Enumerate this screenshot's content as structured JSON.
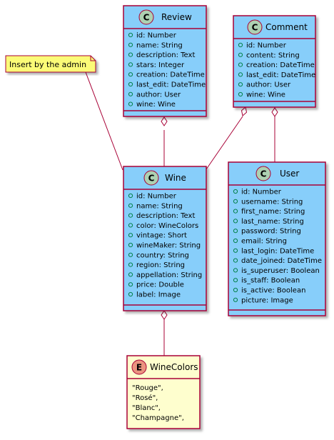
{
  "note": {
    "text": "Insert by the admin"
  },
  "classes": {
    "review": {
      "stereotype": "C",
      "name": "Review",
      "attributes": [
        "id: Number",
        "name: String",
        "description: Text",
        "stars: Integer",
        "creation: DateTime",
        "last_edit: DateTime",
        "author: User",
        "wine: Wine"
      ]
    },
    "comment": {
      "stereotype": "C",
      "name": "Comment",
      "attributes": [
        "id: Number",
        "content: String",
        "creation: DateTime",
        "last_edit: DateTime",
        "author: User",
        "wine: Wine"
      ]
    },
    "wine": {
      "stereotype": "C",
      "name": "Wine",
      "attributes": [
        "id: Number",
        "name: String",
        "description: Text",
        "color: WineColors",
        "vintage: Short",
        "wineMaker: String",
        "country: String",
        "region: String",
        "appellation: String",
        "price: Double",
        "label: Image"
      ]
    },
    "user": {
      "stereotype": "C",
      "name": "User",
      "attributes": [
        "id: Number",
        "username: String",
        "first_name: String",
        "last_name: String",
        "password: String",
        "email: String",
        "last_login: DateTime",
        "date_joined: DateTime",
        "is_superuser: Boolean",
        "is_staff: Boolean",
        "is_active: Boolean",
        "picture: Image"
      ]
    },
    "winecolors": {
      "stereotype": "E",
      "name": "WineColors",
      "values": [
        "\"Rouge\",",
        "\"Rosé\",",
        "\"Blanc\",",
        "\"Champagne\","
      ]
    }
  },
  "colors": {
    "class_fill": "#87CEFA",
    "enum_fill": "#FEFECE",
    "note_fill": "#FBFB77",
    "border": "#A80036",
    "class_circle": "#ADD1B2",
    "enum_circle": "#EB937F",
    "visibility_dot": "#038048"
  }
}
